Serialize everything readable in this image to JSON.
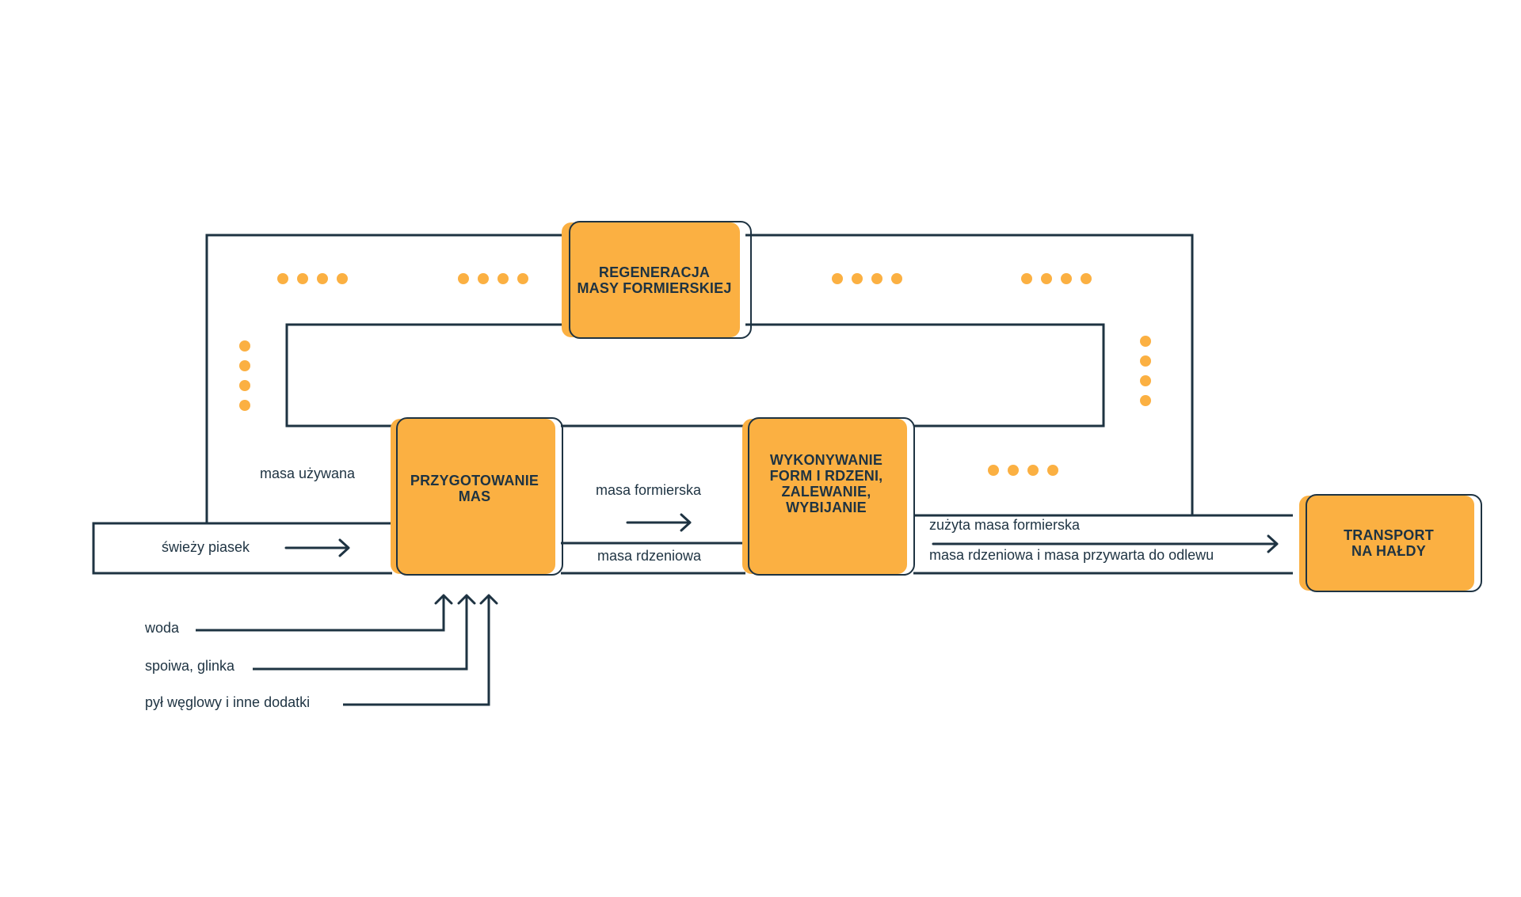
{
  "colors": {
    "line": "#1E3342",
    "accent": "#FBB042",
    "background": "#FFFFFF"
  },
  "boxes": {
    "regeneration": "REGENERACJA\nMASY FORMIERSKIEJ",
    "preparation": "PRZYGOTOWANIE\nMAS",
    "molding": "WYKONYWANIE\nFORM I RDZENI,\nZALEWANIE,\nWYBIJANIE",
    "transport": "TRANSPORT\nNA HAŁDY"
  },
  "labels": {
    "used_sand": "masa używana",
    "fresh_sand": "świeży piasek",
    "molding_sand": "masa formierska",
    "core_sand": "masa rdzeniowa",
    "spent_molding_sand": "zużyta masa formierska",
    "core_and_adhered_sand": "masa rdzeniowa i masa przywarta do odlewu",
    "water": "woda",
    "binders_clay": "spoiwa, glinka",
    "coal_dust_additives": "pył węglowy i inne dodatki"
  }
}
